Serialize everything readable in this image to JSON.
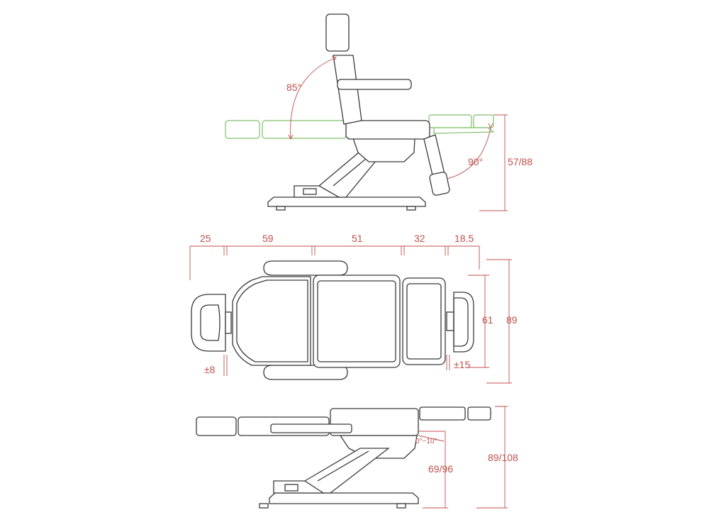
{
  "side_view": {
    "backrest_angle": "85°",
    "legrest_angle": "90°",
    "height": "57/88"
  },
  "top_view": {
    "len_head": "25",
    "len_back": "59",
    "len_seat": "51",
    "len_leg": "32",
    "len_foot": "18.5",
    "width_outer": "89",
    "width_inner": "61",
    "head_adjust": "±8",
    "foot_adjust": "±15"
  },
  "flat_view": {
    "tilt": "0°~10°",
    "base_height": "69/96",
    "total_height": "89/108"
  },
  "colors": {
    "lines": "#3a3a3a",
    "dimension": "#c0504d",
    "alt_position": "#7fbf6a"
  }
}
